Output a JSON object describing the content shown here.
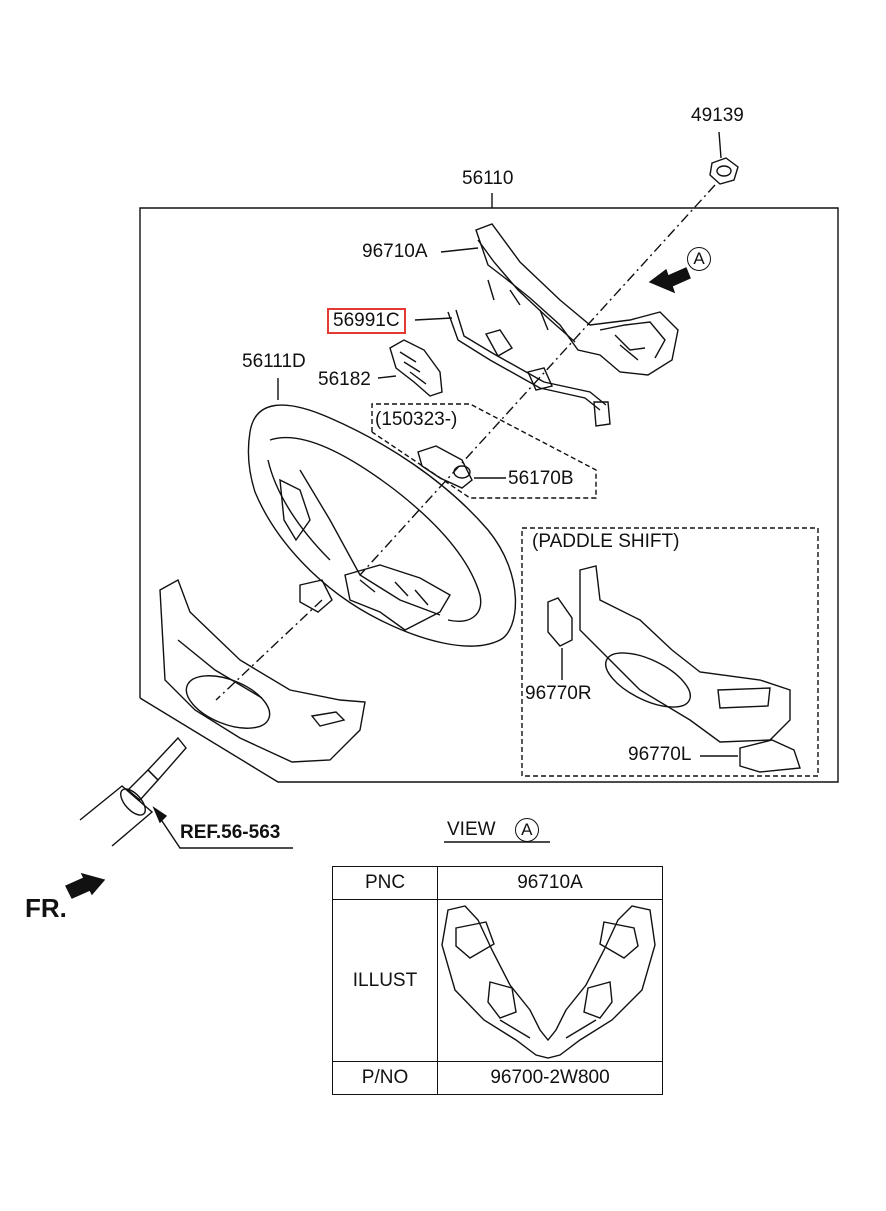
{
  "diagram": {
    "labels": {
      "p49139": "49139",
      "p56110": "56110",
      "p96710A": "96710A",
      "p56991C": "56991C",
      "p56111D": "56111D",
      "p56182": "56182",
      "p150323": "(150323-)",
      "p56170B": "56170B",
      "paddle_shift": "(PADDLE SHIFT)",
      "p96770R": "96770R",
      "p96770L": "96770L",
      "ref": "REF.56-563",
      "fr": "FR.",
      "view_text": "VIEW",
      "view_letter": "A",
      "arrow_letter": "A"
    },
    "highlight_color": "#e53935"
  },
  "table": {
    "rows": [
      {
        "key": "PNC",
        "value": "96710A"
      },
      {
        "key": "ILLUST",
        "value": ""
      },
      {
        "key": "P/NO",
        "value": "96700-2W800"
      }
    ]
  }
}
